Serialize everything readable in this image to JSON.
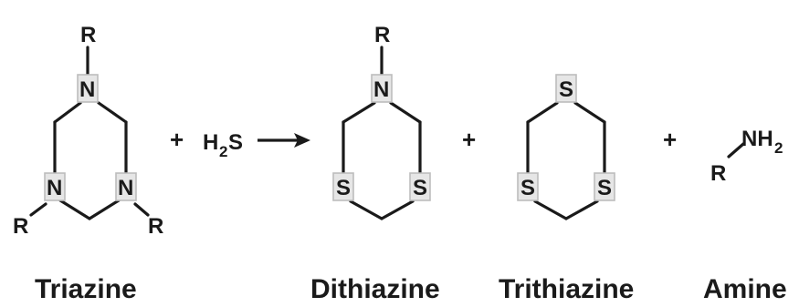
{
  "atoms": {
    "R": "R",
    "N": "N",
    "S": "S",
    "H": "H",
    "NH": "NH",
    "sub2": "2"
  },
  "operators": {
    "plus": "+"
  },
  "captions": {
    "triazine": "Triazine",
    "dithiazine": "Dithiazine",
    "trithiazine": "Trithiazine",
    "amine": "Amine"
  }
}
